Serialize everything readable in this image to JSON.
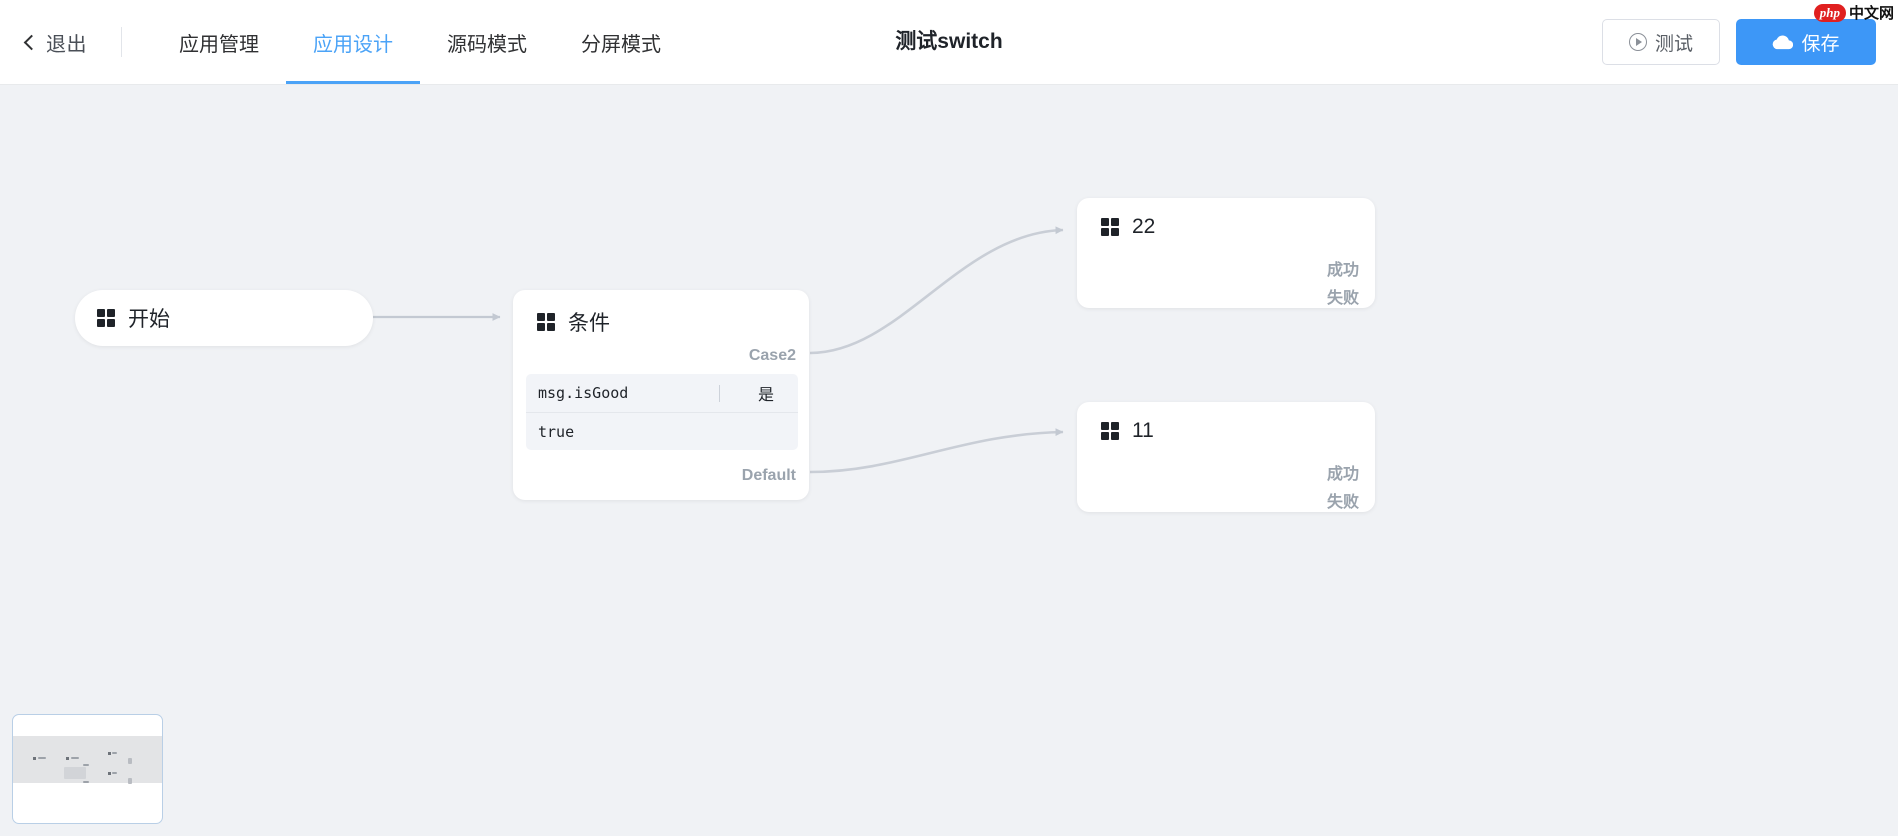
{
  "header": {
    "exit_label": "退出",
    "back_icon": "chevron-left-icon",
    "tabs": [
      {
        "label": "应用管理",
        "active": false
      },
      {
        "label": "应用设计",
        "active": true
      },
      {
        "label": "源码模式",
        "active": false
      },
      {
        "label": "分屏模式",
        "active": false
      }
    ],
    "title": "测试switch",
    "test_label": "测试",
    "test_icon": "play-circle-icon",
    "save_label": "保存",
    "save_icon": "cloud-upload-icon",
    "accent_color": "#4ba3f7",
    "save_bg_color": "#3d97f7"
  },
  "watermark": {
    "badge": "php",
    "text": "中文网"
  },
  "canvas": {
    "background_color": "#f0f2f5",
    "edge_color": "#c9ced6",
    "nodes": {
      "start": {
        "title": "开始",
        "icon": "grid-4-dots-icon"
      },
      "condition": {
        "title": "条件",
        "icon": "grid-4-dots-icon",
        "ports": {
          "case": "Case2",
          "default": "Default"
        },
        "expression": {
          "field": "msg.isGood",
          "operator": "是",
          "value": "true"
        }
      },
      "action_22": {
        "title": "22",
        "icon": "grid-4-dots-icon",
        "outputs": {
          "success": "成功",
          "failure": "失败"
        }
      },
      "action_11": {
        "title": "11",
        "icon": "grid-4-dots-icon",
        "outputs": {
          "success": "成功",
          "failure": "失败"
        }
      }
    }
  },
  "minimap": {
    "name": "canvas-minimap",
    "border_color": "#b9cfe6"
  }
}
